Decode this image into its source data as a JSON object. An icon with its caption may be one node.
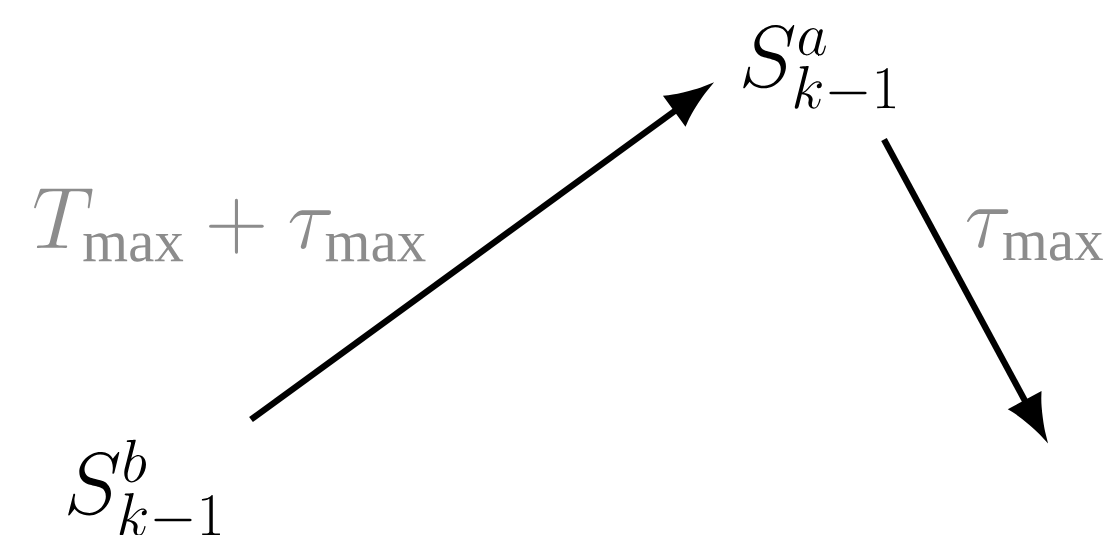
{
  "diagram": {
    "nodes": [
      {
        "text": [
          "S_{k-1}^{b}"
        ]
      },
      {
        "text": [
          "S_{k-1}^{a}"
        ]
      }
    ],
    "edges": [
      {
        "from": 0,
        "to": 1,
        "arrow": "to",
        "label": "T_{\\max} + \\tau_{\\max}"
      },
      {
        "from": 1,
        "to": null,
        "arrow": "to",
        "label": "\\tau_{\\max}"
      }
    ]
  }
}
